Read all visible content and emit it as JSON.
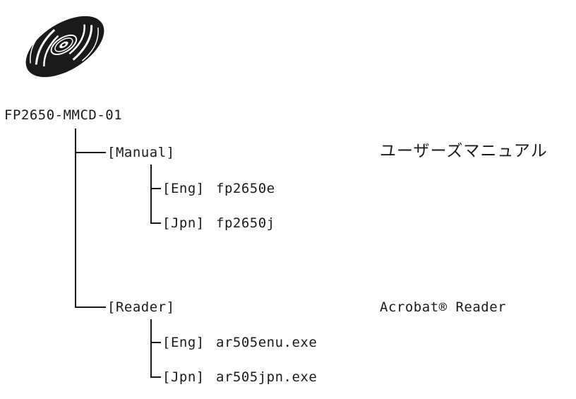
{
  "root": {
    "label": "FP2650-MMCD-01"
  },
  "folders": [
    {
      "label": "[Manual]",
      "description": "ユーザーズマニュアル",
      "files": [
        {
          "lang": "[Eng]",
          "name": "fp2650e"
        },
        {
          "lang": "[Jpn]",
          "name": "fp2650j"
        }
      ]
    },
    {
      "label": "[Reader]",
      "description": "Acrobat® Reader",
      "files": [
        {
          "lang": "[Eng]",
          "name": "ar505enu.exe"
        },
        {
          "lang": "[Jpn]",
          "name": "ar505jpn.exe"
        }
      ]
    }
  ],
  "icon": {
    "name": "cd-disc-icon"
  },
  "colors": {
    "ink": "#1a1a1a",
    "background": "#ffffff"
  }
}
